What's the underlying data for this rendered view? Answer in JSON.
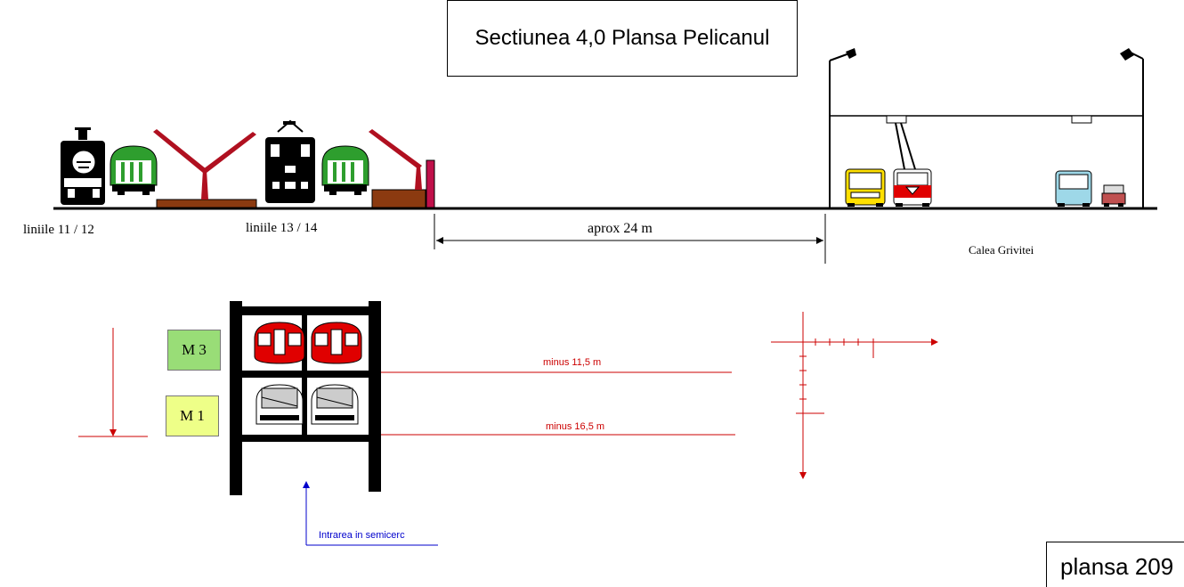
{
  "title": "Sectiunea 4,0  Plansa Pelicanul",
  "labels": {
    "tracks_a": "liniile    11  /    12",
    "tracks_b": "liniile  13 /    14",
    "distance": "aprox  24 m",
    "street": "Calea   Grivitei",
    "level_1": "minus   11,5 m",
    "level_2": "minus   16,5 m",
    "entrance": "Intrarea  in  semicerc",
    "sheet": "plansa  209"
  },
  "lines": {
    "m3": "M 3",
    "m1": "M 1"
  },
  "colors": {
    "rail_platform": "#8B3A10",
    "canopy": "#B01020",
    "tram_green": "#2E9E2E",
    "metro_red": "#E00000",
    "m3_box": "#99DD77",
    "m1_box": "#EEFF88",
    "dimension_red": "#CC0000",
    "entrance_blue": "#0000CC"
  }
}
